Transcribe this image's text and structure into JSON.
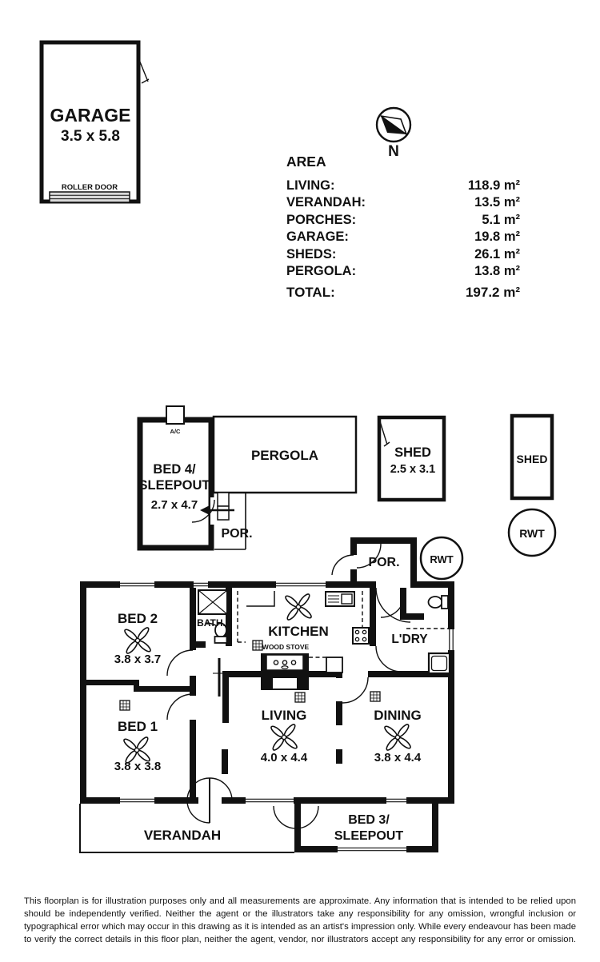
{
  "garage": {
    "name": "GARAGE",
    "dims": "3.5 x 5.8",
    "roller": "ROLLER DOOR"
  },
  "compass": {
    "north": "N"
  },
  "area": {
    "title": "AREA",
    "rows": [
      {
        "label": "LIVING:",
        "value": "118.9 m²"
      },
      {
        "label": "VERANDAH:",
        "value": "13.5 m²"
      },
      {
        "label": "PORCHES:",
        "value": "5.1 m²"
      },
      {
        "label": "GARAGE:",
        "value": "19.8 m²"
      },
      {
        "label": "SHEDS:",
        "value": "26.1 m²"
      },
      {
        "label": "PERGOLA:",
        "value": "13.8 m²"
      }
    ],
    "total": {
      "label": "TOTAL:",
      "value": "197.2 m²"
    }
  },
  "plan": {
    "bed4_l1": "BED 4/",
    "bed4_l2": "SLEEPOUT",
    "bed4_dims": "2.7 x 4.7",
    "ac": "A/C",
    "pergola": "PERGOLA",
    "por_rear": "POR.",
    "shed1": "SHED",
    "shed1_dims": "2.5 x 3.1",
    "shed2": "SHED",
    "rwt_a": "RWT",
    "rwt_b": "RWT",
    "por_house": "POR.",
    "bed2": "BED 2",
    "bed2_dims": "3.8 x 3.7",
    "bath": "BATH.",
    "kitchen": "KITCHEN",
    "wood_stove": "WOOD STOVE",
    "ldry": "L'DRY",
    "bed1": "BED 1",
    "bed1_dims": "3.8 x 3.8",
    "living": "LIVING",
    "living_dims": "4.0 x 4.4",
    "dining": "DINING",
    "dining_dims": "3.8 x 4.4",
    "verandah": "VERANDAH",
    "bed3_l1": "BED 3/",
    "bed3_l2": "SLEEPOUT"
  },
  "disclaimer": {
    "text": "This floorplan is for illustration purposes only and all measurements are approximate. Any information that is intended to be relied upon should be independently verified. Neither the agent or the illustrators take any responsibility for any omission, wrongful inclusion or typographical error which may occur in this drawing as it is intended as an artist's impression only. While every endeavour has been made to verify the correct details in this floor plan, neither the agent, vendor, nor illustrators accept any responsibility for any error or omission."
  }
}
